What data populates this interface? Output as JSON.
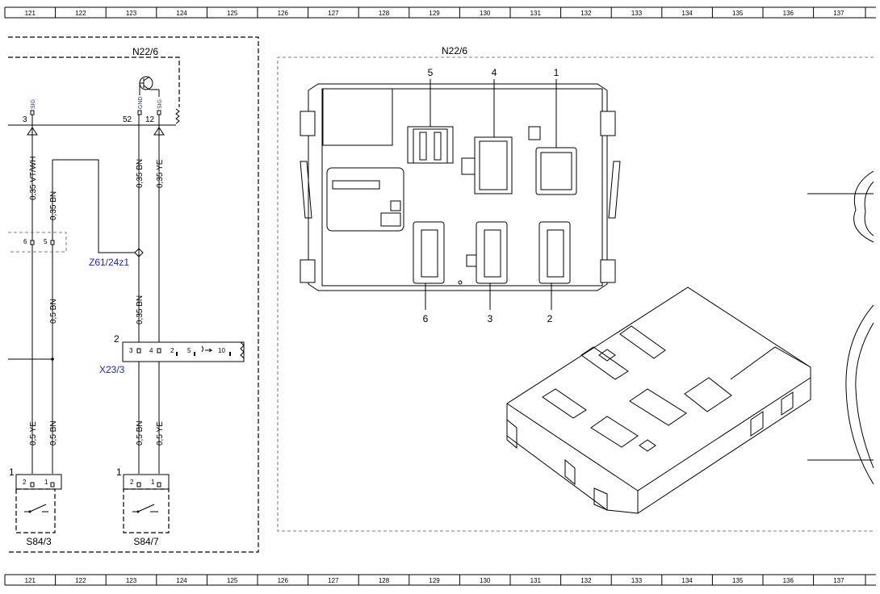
{
  "ruler": {
    "columns": [
      "121",
      "122",
      "123",
      "124",
      "125",
      "126",
      "127",
      "128",
      "129",
      "130",
      "131",
      "132",
      "133",
      "134",
      "135",
      "136",
      "137"
    ]
  },
  "schematic": {
    "module_label": "N22/6",
    "pins": [
      {
        "number": "3",
        "signal": "SIG"
      },
      {
        "number": "52",
        "signal": "GND"
      },
      {
        "number": "12",
        "signal": "SIG"
      }
    ],
    "wires": [
      {
        "label": "0,35 VT/WH"
      },
      {
        "label": "0,35 BN"
      },
      {
        "label": "0,35 BN"
      },
      {
        "label": "0,35 YE"
      },
      {
        "label": "0,35 BN"
      },
      {
        "label": "0,5 BN"
      },
      {
        "label": "0,5 YE"
      },
      {
        "label": "0,5 BN"
      },
      {
        "label": "0,5 BN"
      },
      {
        "label": "0,5 YE"
      }
    ],
    "left_connector_pins": [
      "6",
      "5"
    ],
    "splice_label": "Z61/24z1",
    "connector": {
      "label": "X23/3",
      "number": "2",
      "pins": [
        "3",
        "4",
        "2",
        "5",
        "10"
      ]
    },
    "switches": [
      {
        "label": "S84/3",
        "number": "1",
        "pins": [
          "2",
          "1"
        ]
      },
      {
        "label": "S84/7",
        "number": "1",
        "pins": [
          "2",
          "1"
        ]
      }
    ]
  },
  "view": {
    "module_label": "N22/6",
    "connector_numbers": [
      "5",
      "4",
      "1",
      "6",
      "3",
      "2"
    ]
  },
  "colors": {
    "label_blue": "#1f1fcf",
    "line": "#000000"
  }
}
